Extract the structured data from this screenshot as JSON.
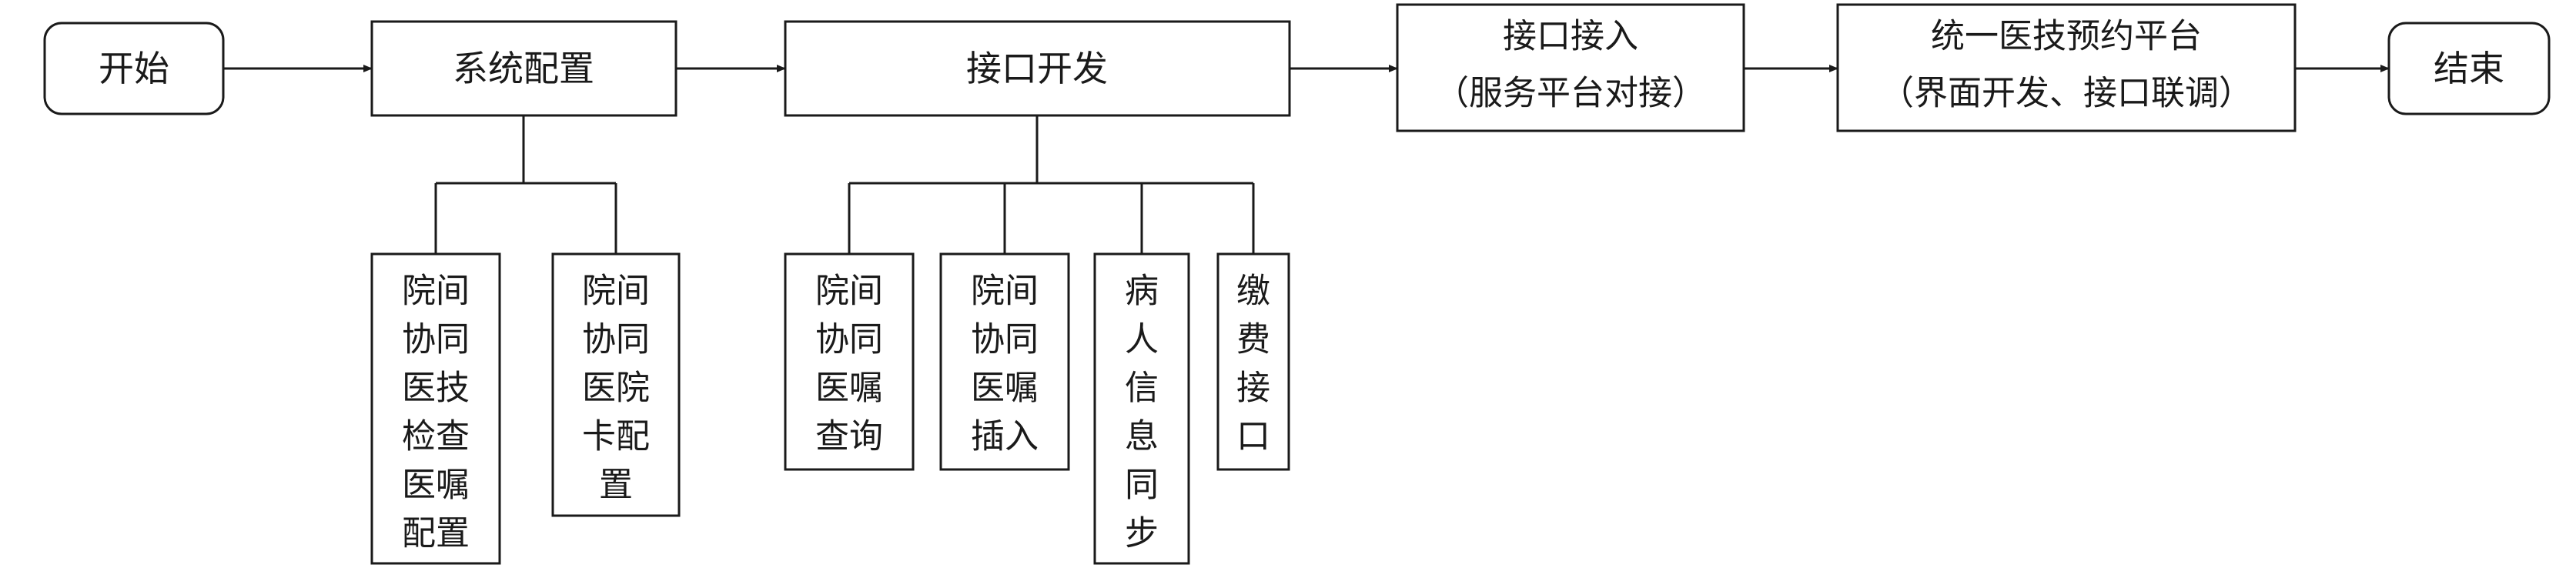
{
  "flow": {
    "start": "开始",
    "system_config": "系统配置",
    "interface_dev": "接口开发",
    "interface_access": {
      "line1": "接口接入",
      "line2": "（服务平台对接）"
    },
    "platform": {
      "line1": "统一医技预约平台",
      "line2": "（界面开发、接口联调）"
    },
    "end": "结束"
  },
  "system_config_children": [
    [
      "院间",
      "协同",
      "医技",
      "检查",
      "医嘱",
      "配置"
    ],
    [
      "院间",
      "协同",
      "医院",
      "卡配",
      "置"
    ]
  ],
  "interface_dev_children": [
    [
      "院间",
      "协同",
      "医嘱",
      "查询"
    ],
    [
      "院间",
      "协同",
      "医嘱",
      "插入"
    ],
    [
      "病",
      "人",
      "信",
      "息",
      "同",
      "步"
    ],
    [
      "缴",
      "费",
      "接",
      "口"
    ]
  ]
}
